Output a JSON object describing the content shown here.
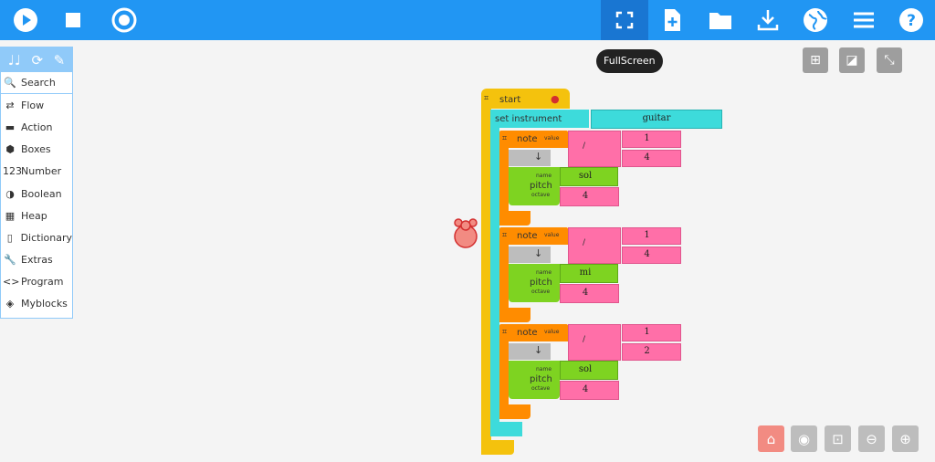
{
  "toolbar": {
    "play_icon": "play-icon",
    "stop_icon": "stop-icon",
    "record_icon": "record-icon",
    "fullscreen_icon": "fullscreen-icon",
    "new_icon": "new-file-icon",
    "open_icon": "folder-icon",
    "save_icon": "download-icon",
    "language_icon": "globe-icon",
    "menu_icon": "menu-icon",
    "help_icon": "help-icon"
  },
  "tooltip": "FullScreen",
  "palette": {
    "items": [
      {
        "label": "Search",
        "icon": "🔍"
      },
      {
        "label": "Flow",
        "icon": "⇄"
      },
      {
        "label": "Action",
        "icon": "▬"
      },
      {
        "label": "Boxes",
        "icon": "⬢"
      },
      {
        "label": "Number",
        "icon": "123"
      },
      {
        "label": "Boolean",
        "icon": "◑"
      },
      {
        "label": "Heap",
        "icon": "▦"
      },
      {
        "label": "Dictionary",
        "icon": "▯"
      },
      {
        "label": "Extras",
        "icon": "🔧"
      },
      {
        "label": "Program",
        "icon": "<>"
      },
      {
        "label": "Myblocks",
        "icon": "◈"
      }
    ]
  },
  "program": {
    "start_label": "start",
    "set_instrument_label": "set instrument",
    "instrument": "guitar",
    "note_label": "note",
    "value_label": "value",
    "pitch_label": "pitch",
    "name_label": "name",
    "octave_label": "octave",
    "divide_sign": "/",
    "arrow": "↓",
    "notes": [
      {
        "num": "1",
        "den": "4",
        "pitch": "sol",
        "octave": "4"
      },
      {
        "num": "1",
        "den": "4",
        "pitch": "mi",
        "octave": "4"
      },
      {
        "num": "1",
        "den": "2",
        "pitch": "sol",
        "octave": "4"
      }
    ]
  },
  "colors": {
    "toolbar": "#2196f3",
    "start": "#f4c20d",
    "instrument": "#3ddbdb",
    "note": "#ff8c00",
    "pitch": "#7ed321",
    "number": "#ff6fa8"
  }
}
